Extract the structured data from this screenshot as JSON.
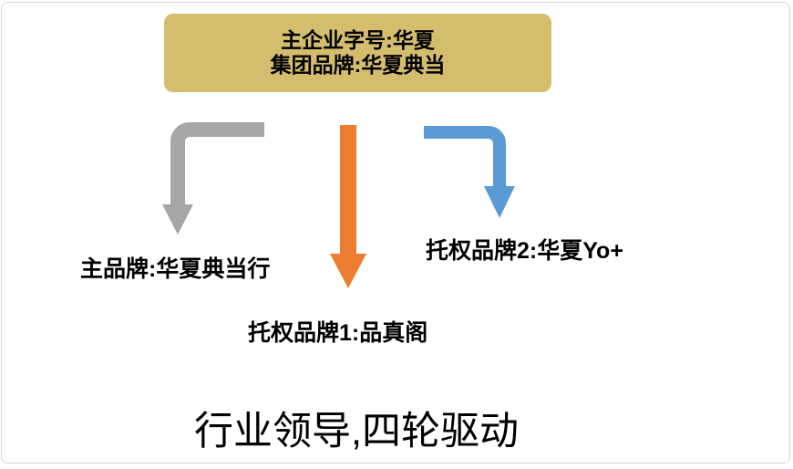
{
  "diagram": {
    "root_box": {
      "line1": "主企业字号:华夏",
      "line2": "集团品牌:华夏典当",
      "bg_color": "#D5BD6E"
    },
    "branches": [
      {
        "arrow": "elbow-left-down-arrow",
        "color": "#A6A6A6",
        "label": "主品牌:华夏典当行"
      },
      {
        "arrow": "straight-down-arrow",
        "color": "#ED7D31",
        "label": "托权品牌1:品真阁"
      },
      {
        "arrow": "elbow-right-down-arrow",
        "color": "#5B9BD5",
        "label": "托权品牌2:华夏Yo+"
      }
    ],
    "caption": "行业领导,四轮驱动",
    "frame_border_color": "#D5D5D5",
    "text_color": "#000000"
  }
}
